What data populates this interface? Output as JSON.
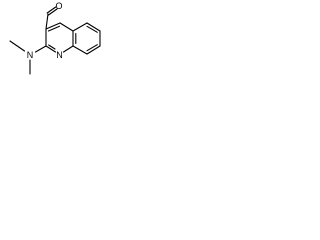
{
  "structure": {
    "atoms": {
      "aldehyde_oxygen": "O",
      "amine_nitrogen": "N",
      "ring_nitrogen": "N"
    },
    "colors": {
      "bond": "#000000",
      "label": "#000000",
      "background": "#ffffff"
    }
  }
}
